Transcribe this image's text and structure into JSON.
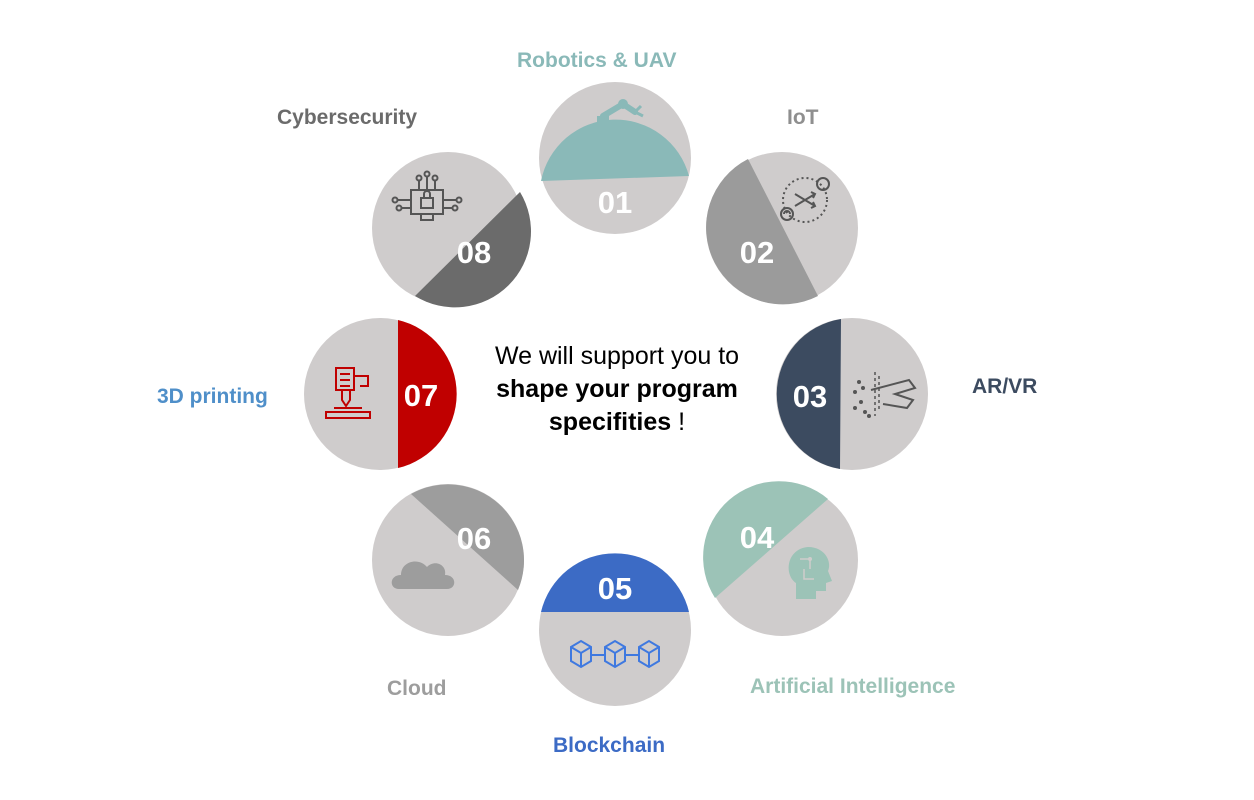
{
  "center": {
    "line1": "We will support you to",
    "line2_bold": "shape your program",
    "line3_bold": "specifities",
    "line3_rest": " !"
  },
  "items": [
    {
      "number": "01",
      "label": "Robotics & UAV",
      "color": "#8ab9b8",
      "icon": "robot-arm-icon"
    },
    {
      "number": "02",
      "label": "IoT",
      "color": "#9b9b9b",
      "icon": "iot-network-icon"
    },
    {
      "number": "03",
      "label": "AR/VR",
      "color": "#3c4b60",
      "icon": "vr-hand-icon"
    },
    {
      "number": "04",
      "label": "Artificial Intelligence",
      "color": "#9cc3b7",
      "icon": "ai-head-icon"
    },
    {
      "number": "05",
      "label": "Blockchain",
      "color": "#3c6bc5",
      "icon": "blockchain-icon"
    },
    {
      "number": "06",
      "label": "Cloud",
      "color": "#9d9d9d",
      "icon": "cloud-icon"
    },
    {
      "number": "07",
      "label": "3D printing",
      "color": "#c00000",
      "icon": "3d-printer-icon"
    },
    {
      "number": "08",
      "label": "Cybersecurity",
      "color": "#6b6b6b",
      "icon": "secure-chip-icon"
    }
  ],
  "circle_base_color": "#cfcccc"
}
